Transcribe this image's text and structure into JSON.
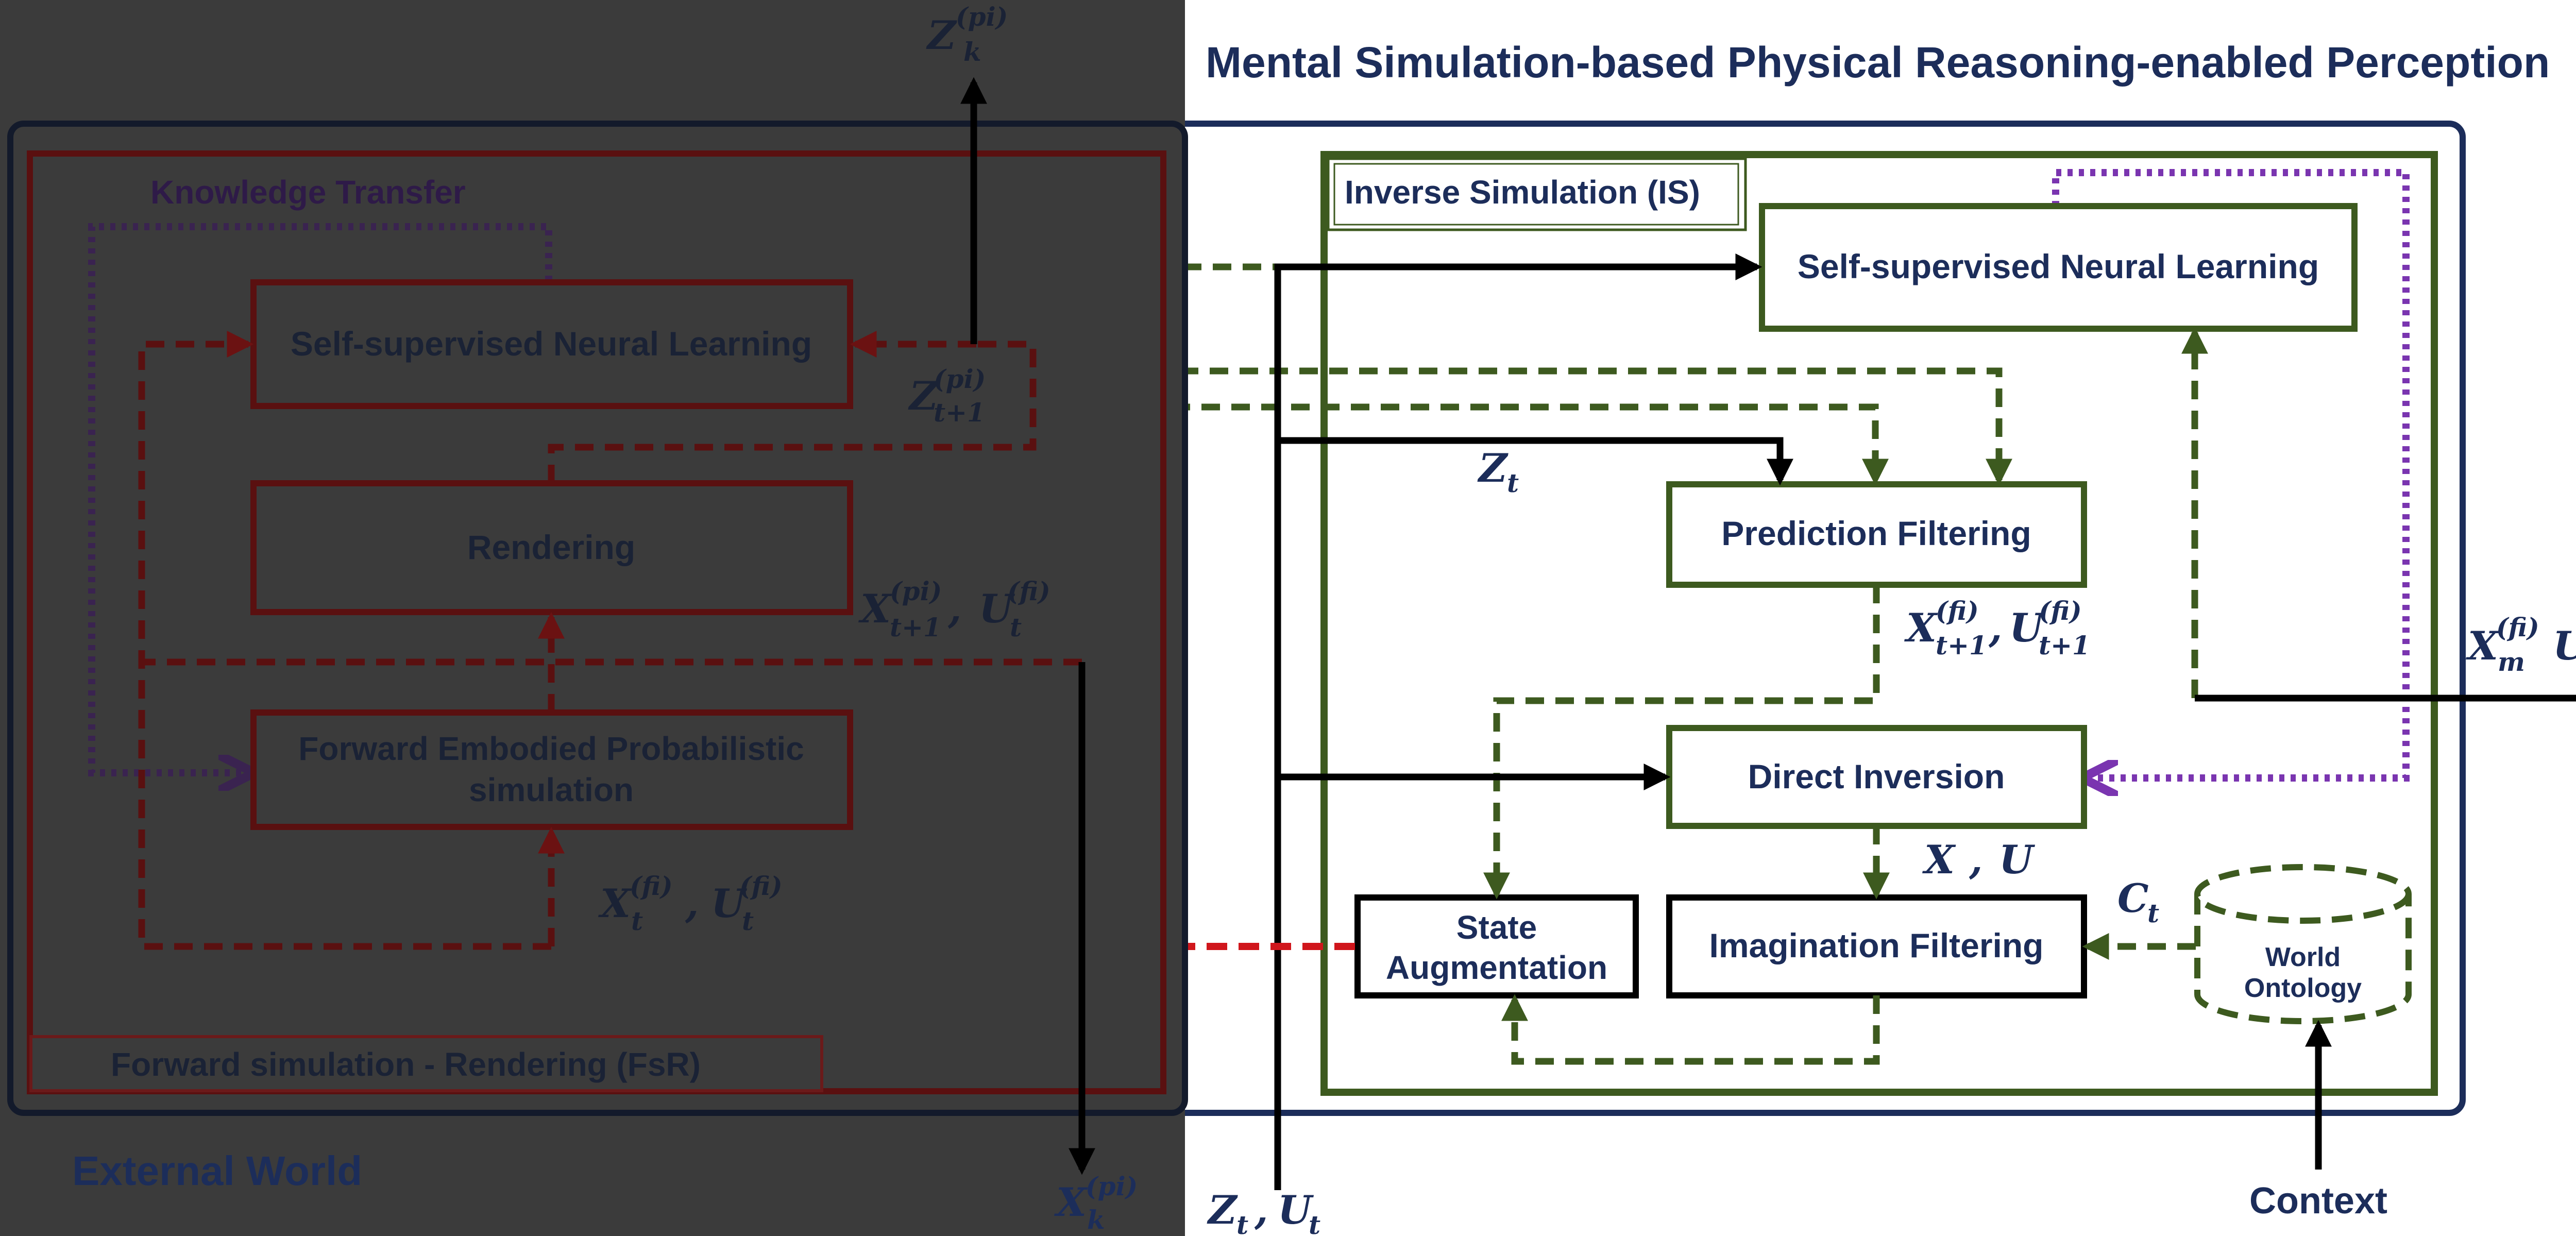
{
  "title": "Mental Simulation-based Physical Reasoning-enabled Perception",
  "external_world": {
    "label": "External World",
    "knowledge_transfer": "Knowledge Transfer",
    "fsr_label": "Forward simulation - Rendering (FsR)",
    "ssnl": "Self-supervised Neural Learning",
    "rendering": "Rendering",
    "forward_sim_line1": "Forward Embodied Probabilistic",
    "forward_sim_line2": "simulation"
  },
  "inverse_simulation": {
    "label": "Inverse Simulation (IS)",
    "ssnl": "Self-supervised Neural Learning",
    "prediction_filtering": "Prediction Filtering",
    "direct_inversion": "Direct Inversion",
    "state_aug_line1": "State",
    "state_aug_line2": "Augmentation",
    "imagination_filtering": "Imagination Filtering",
    "world_line1": "World",
    "world_line2": "Ontology"
  },
  "context": "Context",
  "math": {
    "Z": "Z",
    "X": "X",
    "U": "U",
    "C": "C",
    "comma": ",",
    "sub_k": "k",
    "sub_t": "t",
    "sub_t1": "t+1",
    "sub_m": "m",
    "pi": "(pi)",
    "fi": "(fi)"
  },
  "colors": {
    "dark_overlay": "#3b3b3b",
    "navy": "#1c2d5a",
    "green": "#3d5a1f",
    "dark_red": "#6b1212",
    "bright_red": "#d0161c",
    "purple": "#7a35b0",
    "black": "#000000"
  }
}
